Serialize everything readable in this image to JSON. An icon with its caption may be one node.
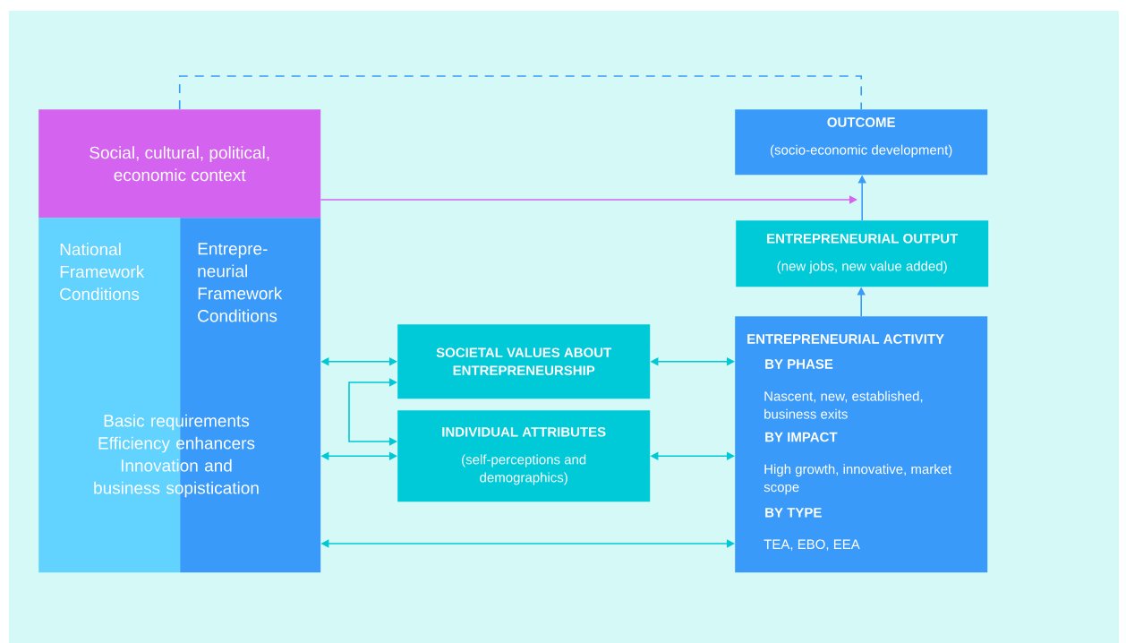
{
  "diagram": {
    "nodes": [
      {
        "text": [
          "Social, cultural, political, economic context"
        ]
      },
      {
        "text": [
          "National Framework Conditions"
        ]
      },
      {
        "text": [
          "Entrepre- neurial Framework Conditions"
        ]
      },
      {
        "text": [
          "SOCIETAL VALUES ABOUT ENTREPRENEURSHIP"
        ]
      },
      {
        "text": [
          "INDIVIDUAL ATTRIBUTES",
          "(self-perceptions and demographics)"
        ]
      },
      {
        "text": [
          "OUTCOME",
          "(socio-economic development)"
        ]
      },
      {
        "text": [
          "ENTREPRENEURIAL OUTPUT",
          "(new jobs, new value added)"
        ]
      },
      {
        "text": [
          "ENTREPRENEURIAL ACTIVITY",
          "BY PHASE",
          "Nascent, new, established, business exits",
          "BY IMPACT",
          "High growth, innovative, market scope",
          "BY TYPE",
          "TEA, EBO, EEA"
        ]
      }
    ],
    "edges": [
      {
        "from": 0,
        "to": 5,
        "arrow": "none",
        "style": "dashed",
        "color": "#3a9af8"
      },
      {
        "from": 0,
        "to": null,
        "arrow": "to",
        "color": "#d563f0"
      },
      {
        "from": 6,
        "to": 5,
        "arrow": "to",
        "color": "#3a9af8"
      },
      {
        "from": 7,
        "to": 6,
        "arrow": "to",
        "color": "#3a9af8"
      },
      {
        "from": 2,
        "to": 3,
        "arrow": "both"
      },
      {
        "from": 2,
        "to": 4,
        "arrow": "both"
      },
      {
        "from": 2,
        "to": 7,
        "arrow": "both"
      },
      {
        "from": 3,
        "to": 7,
        "arrow": "both"
      },
      {
        "from": 4,
        "to": 7,
        "arrow": "both"
      },
      {
        "from": 3,
        "to": 4,
        "arrow": "both"
      }
    ],
    "labels": [
      "Basic requirements Efficiency enhancers Innovation and business sopistication"
    ]
  }
}
